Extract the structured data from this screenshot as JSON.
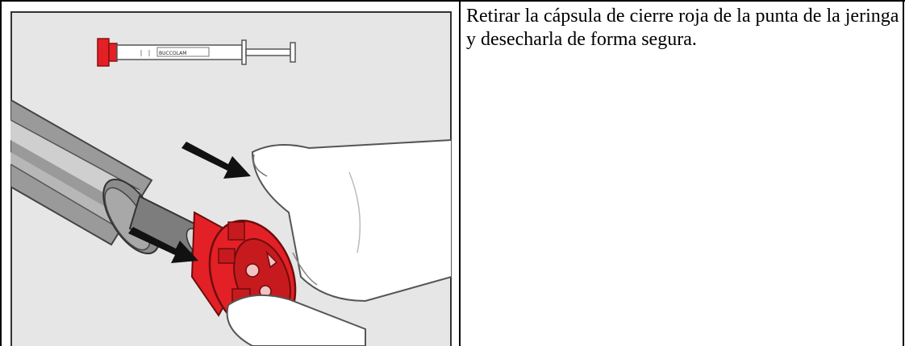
{
  "step": {
    "instruction": "Retirar la cápsula de cierre roja de la punta de la jeringa y desecharla de forma segura."
  },
  "illustration": {
    "description_icon": "syringe-cap-removal-illustration",
    "syringe_label": "BUCCOLAM",
    "colors": {
      "cap_red": "#e32026",
      "background_gray": "#e6e6e6",
      "syringe_gray": "#8c8c8c",
      "glove_white": "#ffffff",
      "arrow_black": "#111111"
    }
  }
}
